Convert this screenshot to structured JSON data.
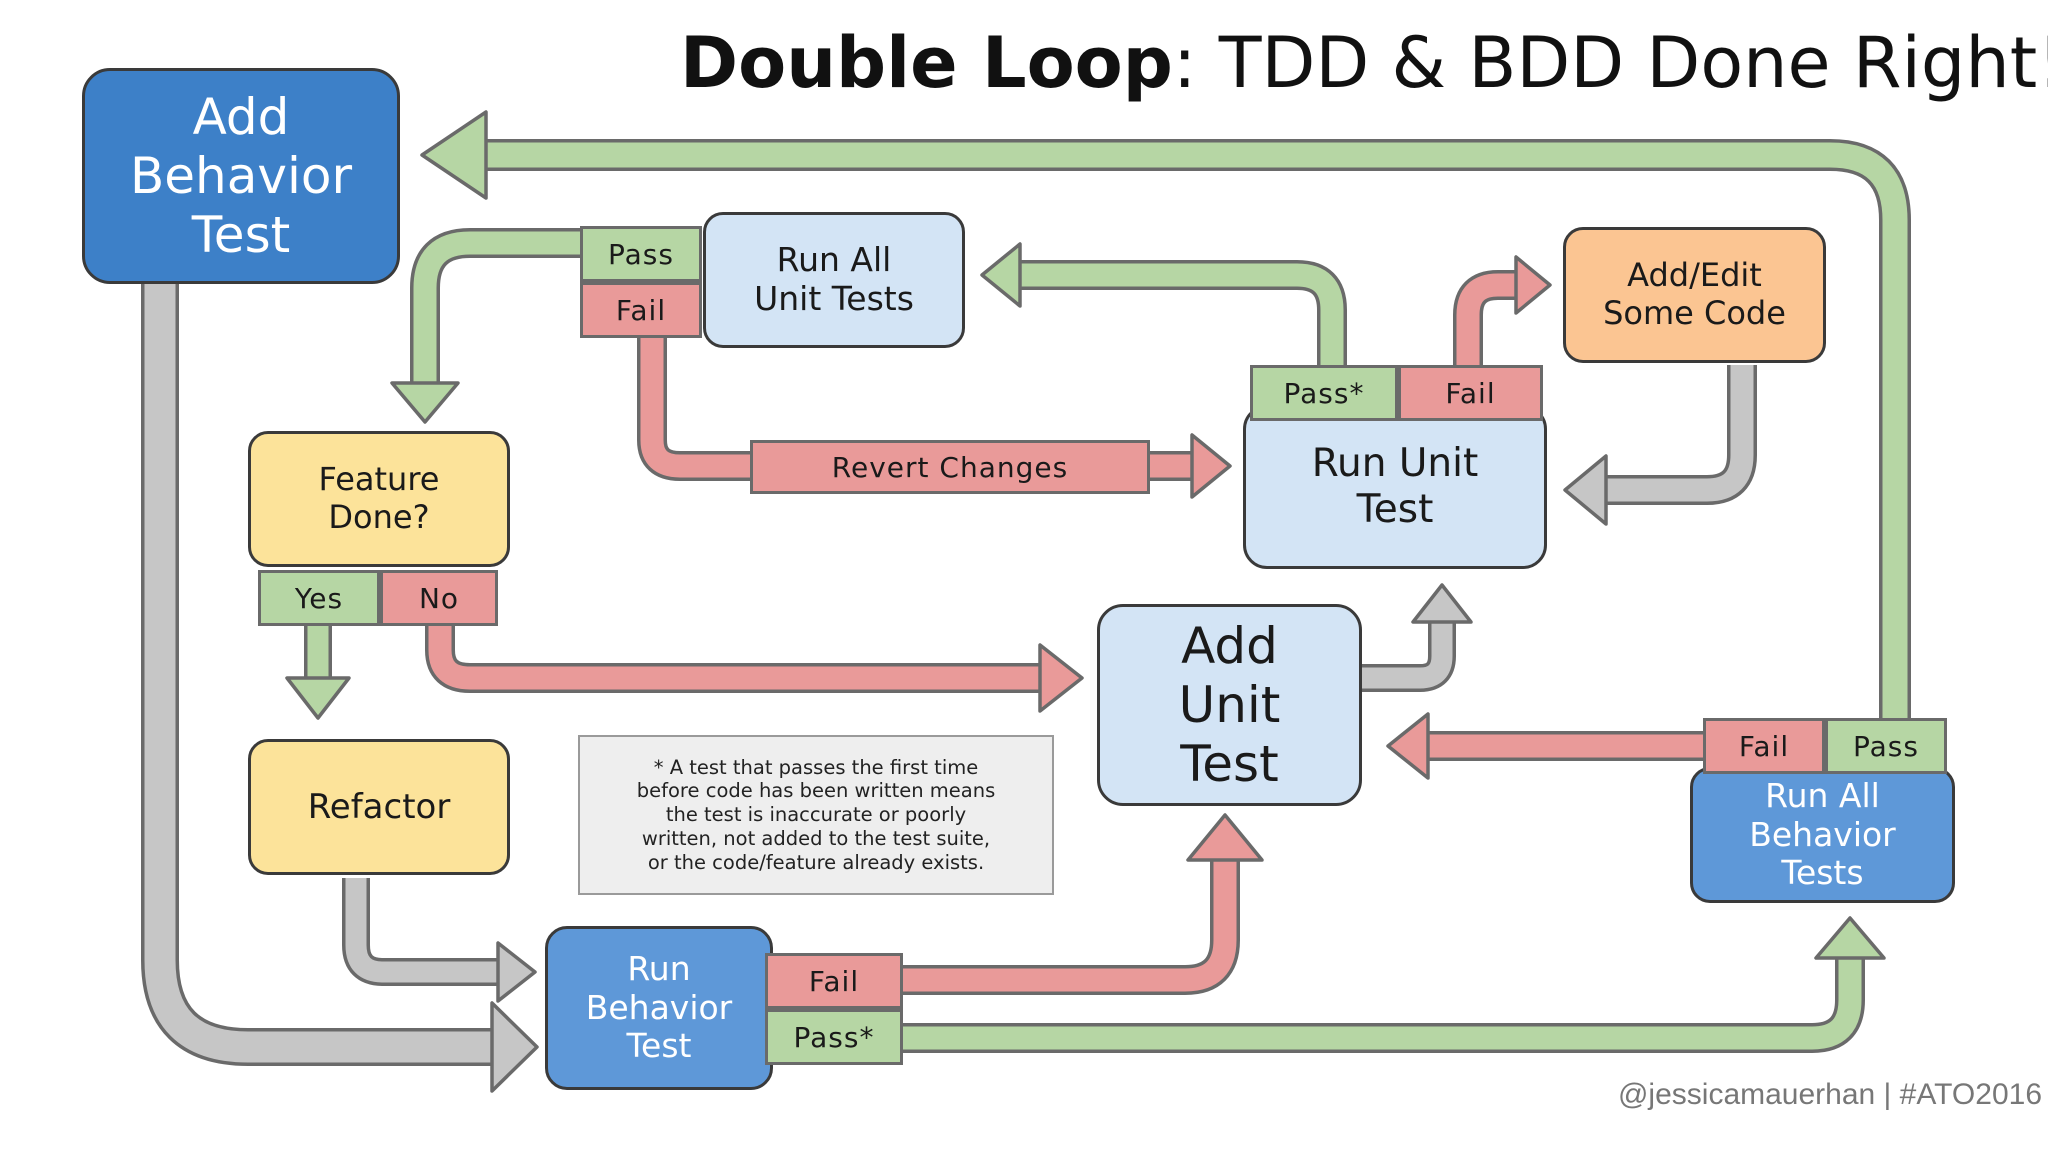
{
  "title": {
    "bold": "Double Loop",
    "rest": ": TDD & BDD Done Right!"
  },
  "nodes": {
    "add_behavior_test": "Add\nBehavior\nTest",
    "run_all_unit_tests": "Run All\nUnit Tests",
    "add_edit_code": "Add/Edit\nSome Code",
    "feature_done": "Feature\nDone?",
    "run_unit_test": "Run Unit\nTest",
    "add_unit_test": "Add\nUnit\nTest",
    "refactor": "Refactor",
    "run_behavior_test": "Run\nBehavior\nTest",
    "run_all_behavior_tests": "Run All\nBehavior\nTests"
  },
  "tags": {
    "run_all_unit_pass": "Pass",
    "run_all_unit_fail": "Fail",
    "run_unit_pass": "Pass*",
    "run_unit_fail": "Fail",
    "feature_yes": "Yes",
    "feature_no": "No",
    "behavior_fail": "Fail",
    "behavior_pass": "Pass*",
    "all_behavior_fail": "Fail",
    "all_behavior_pass": "Pass",
    "revert_changes": "Revert Changes"
  },
  "note": "* A test that passes the first time\nbefore code has been written means\nthe test is inaccurate or poorly\nwritten, not added to the test suite,\nor the code/feature already exists.",
  "credit": "@jessicamauerhan | #ATO2016",
  "colors": {
    "green_arrow": "#b6d6a4",
    "red_arrow": "#e99a99",
    "gray_arrow": "#c6c6c6",
    "outline": "#6a6a6a"
  }
}
